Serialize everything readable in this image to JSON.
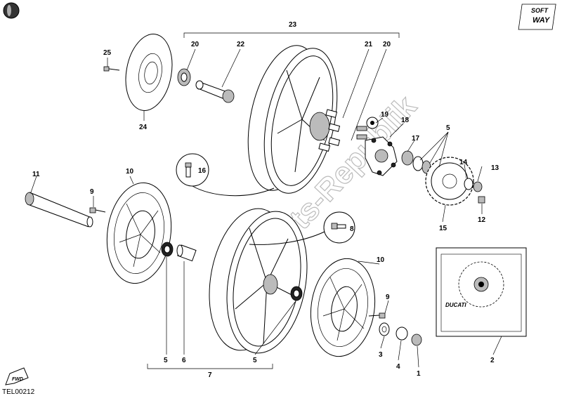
{
  "diagram": {
    "drawing_code": "TEL00212",
    "brand_logo_top": "SOFT",
    "brand_logo_bottom": "WAY",
    "front_marker": "FWD",
    "watermark": "Parts-Republik",
    "decal_text": "DUCATI",
    "callouts": [
      {
        "id": "c23",
        "text": "23"
      },
      {
        "id": "c20a",
        "text": "20"
      },
      {
        "id": "c22",
        "text": "22"
      },
      {
        "id": "c21",
        "text": "21"
      },
      {
        "id": "c20b",
        "text": "20"
      },
      {
        "id": "c25",
        "text": "25"
      },
      {
        "id": "c24",
        "text": "24"
      },
      {
        "id": "c19",
        "text": "19"
      },
      {
        "id": "c18",
        "text": "18"
      },
      {
        "id": "c17",
        "text": "17"
      },
      {
        "id": "c5a",
        "text": "5"
      },
      {
        "id": "c16",
        "text": "16"
      },
      {
        "id": "c14",
        "text": "14"
      },
      {
        "id": "c13",
        "text": "13"
      },
      {
        "id": "c12",
        "text": "12"
      },
      {
        "id": "c15",
        "text": "15"
      },
      {
        "id": "c11",
        "text": "11"
      },
      {
        "id": "c10a",
        "text": "10"
      },
      {
        "id": "c9a",
        "text": "9"
      },
      {
        "id": "c8",
        "text": "8"
      },
      {
        "id": "c10b",
        "text": "10"
      },
      {
        "id": "c9b",
        "text": "9"
      },
      {
        "id": "c5b",
        "text": "5"
      },
      {
        "id": "c6",
        "text": "6"
      },
      {
        "id": "c5c",
        "text": "5"
      },
      {
        "id": "c7",
        "text": "7"
      },
      {
        "id": "c3",
        "text": "3"
      },
      {
        "id": "c4",
        "text": "4"
      },
      {
        "id": "c1",
        "text": "1"
      },
      {
        "id": "c2",
        "text": "2"
      }
    ]
  }
}
